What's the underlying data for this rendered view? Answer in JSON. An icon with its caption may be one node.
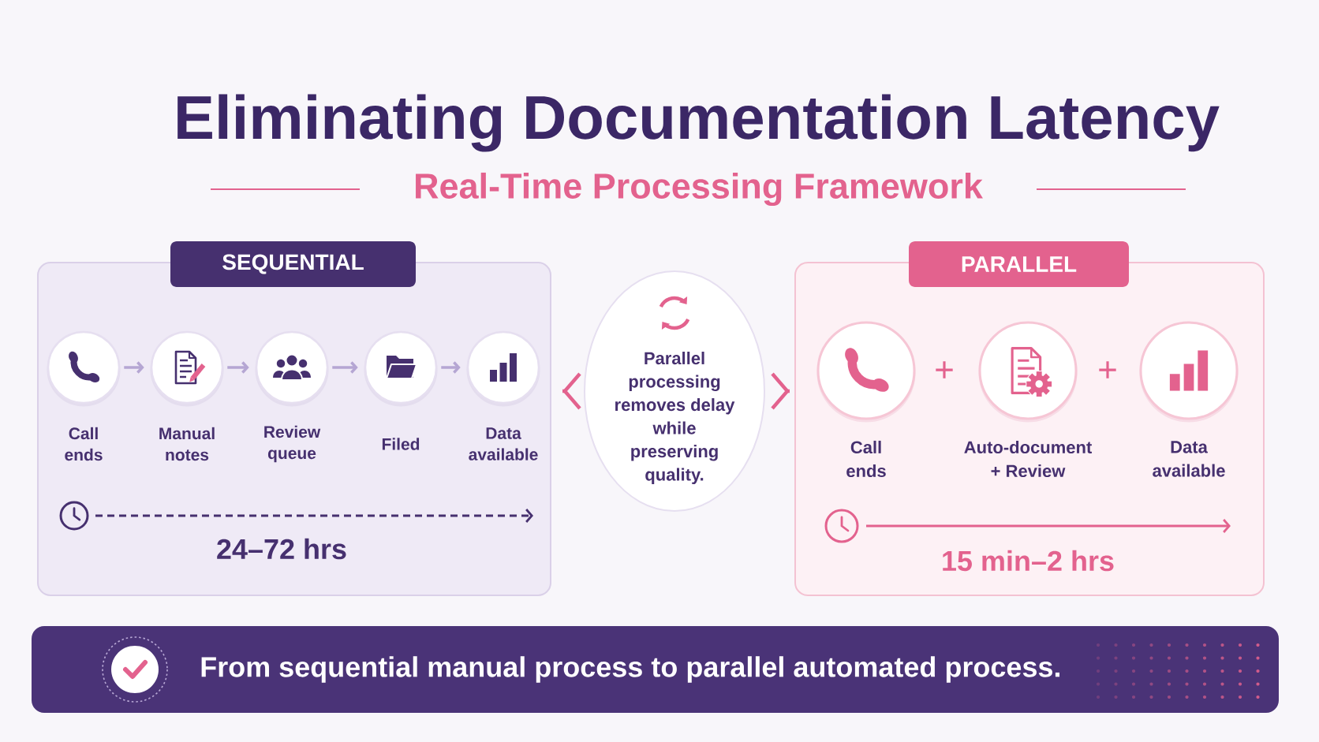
{
  "diagram": {
    "title": "Eliminating Documentation Latency",
    "nodes": [
      {
        "text": [
          "SEQUENTIAL"
        ]
      },
      {
        "text": [
          "Call ends"
        ],
        "in": 0
      },
      {
        "text": [
          "Manual notes"
        ],
        "in": 0
      },
      {
        "text": [
          "Review queue"
        ],
        "in": 0
      },
      {
        "text": [
          "Filed"
        ],
        "in": 0
      },
      {
        "text": [
          "Data available"
        ],
        "in": 0
      },
      {
        "text": [
          "Parallel processing removes delay while preserving quality."
        ]
      },
      {
        "text": [
          "PARALLEL"
        ]
      },
      {
        "text": [
          "Call ends"
        ],
        "in": 7
      },
      {
        "text": [
          "Auto-document + Review"
        ],
        "in": 7
      },
      {
        "text": [
          "Data available"
        ],
        "in": 7
      },
      {
        "text": [
          "From sequential manual process to parallel automated process."
        ]
      }
    ],
    "edges": [
      {
        "from": 1,
        "to": 2,
        "arrow": "to"
      },
      {
        "from": 2,
        "to": 3,
        "arrow": "to"
      },
      {
        "from": 3,
        "to": 4,
        "arrow": "to"
      },
      {
        "from": 4,
        "to": 5,
        "arrow": "to"
      },
      {
        "from": 6,
        "to": 0,
        "arrow": "to",
        "color": "#e3628e"
      },
      {
        "from": 6,
        "to": 7,
        "arrow": "to",
        "color": "#e3628e"
      }
    ],
    "labels": [
      "Real-Time Processing Framework",
      "24–72 hrs",
      "+",
      "+",
      "15 min–2 hrs"
    ]
  }
}
